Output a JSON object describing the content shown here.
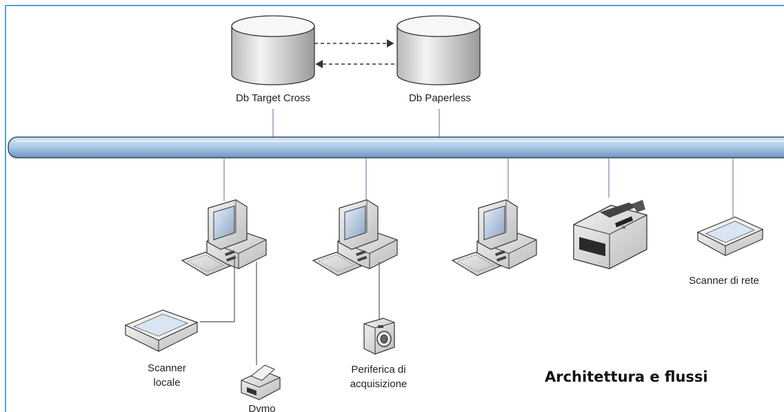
{
  "title": "Architettura e flussi",
  "labels": {
    "db_target_cross": "Db Target Cross",
    "db_paperless": "Db Paperless",
    "scanner_locale_line1": "Scanner",
    "scanner_locale_line2": "locale",
    "dymo": "Dymo",
    "periferica_line1": "Periferica di",
    "periferica_line2": "acquisizione",
    "scanner_di_rete": "Scanner di rete"
  },
  "colors": {
    "border": "#5b9bd5",
    "bus_fill": "#a9c8e6",
    "bus_stroke": "#2f4a66",
    "link": "#8080b8",
    "arrow": "#333333"
  }
}
